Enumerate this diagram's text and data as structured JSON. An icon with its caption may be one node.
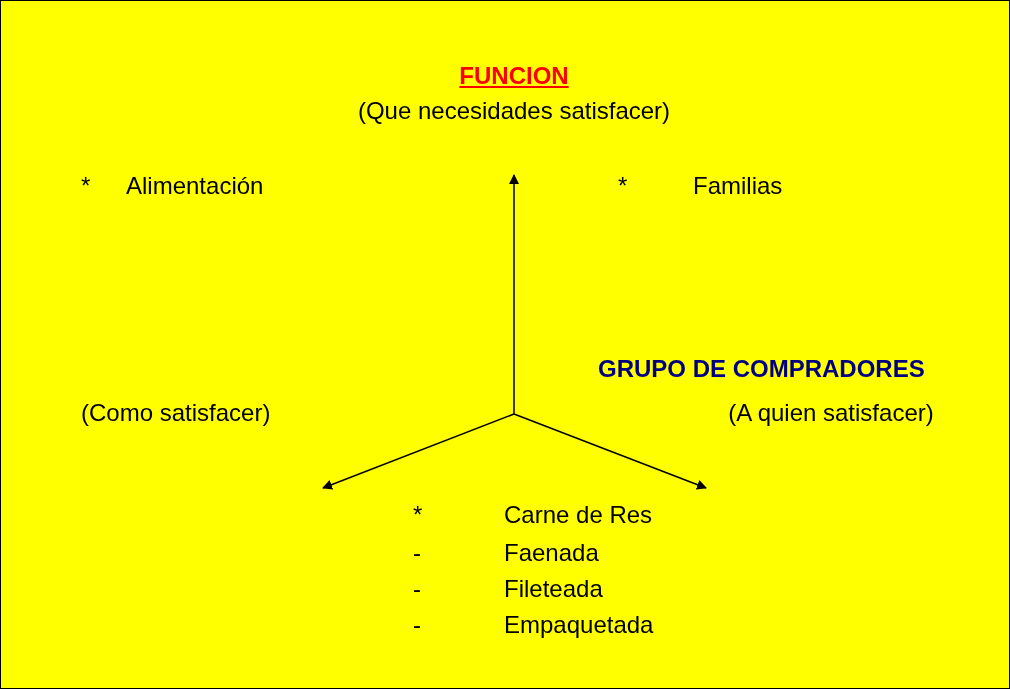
{
  "diagram": {
    "labels": [
      "FUNCION",
      "(Que necesidades satisfacer)",
      "*",
      "Alimentación",
      "*",
      "Familias",
      "(Como satisfacer)",
      "GRUPO DE COMPRADORES",
      "(A quien satisfacer)",
      "*",
      "Carne de Res",
      "-",
      "Faenada",
      "-",
      "Fileteada",
      "-",
      "Empaquetada"
    ]
  }
}
